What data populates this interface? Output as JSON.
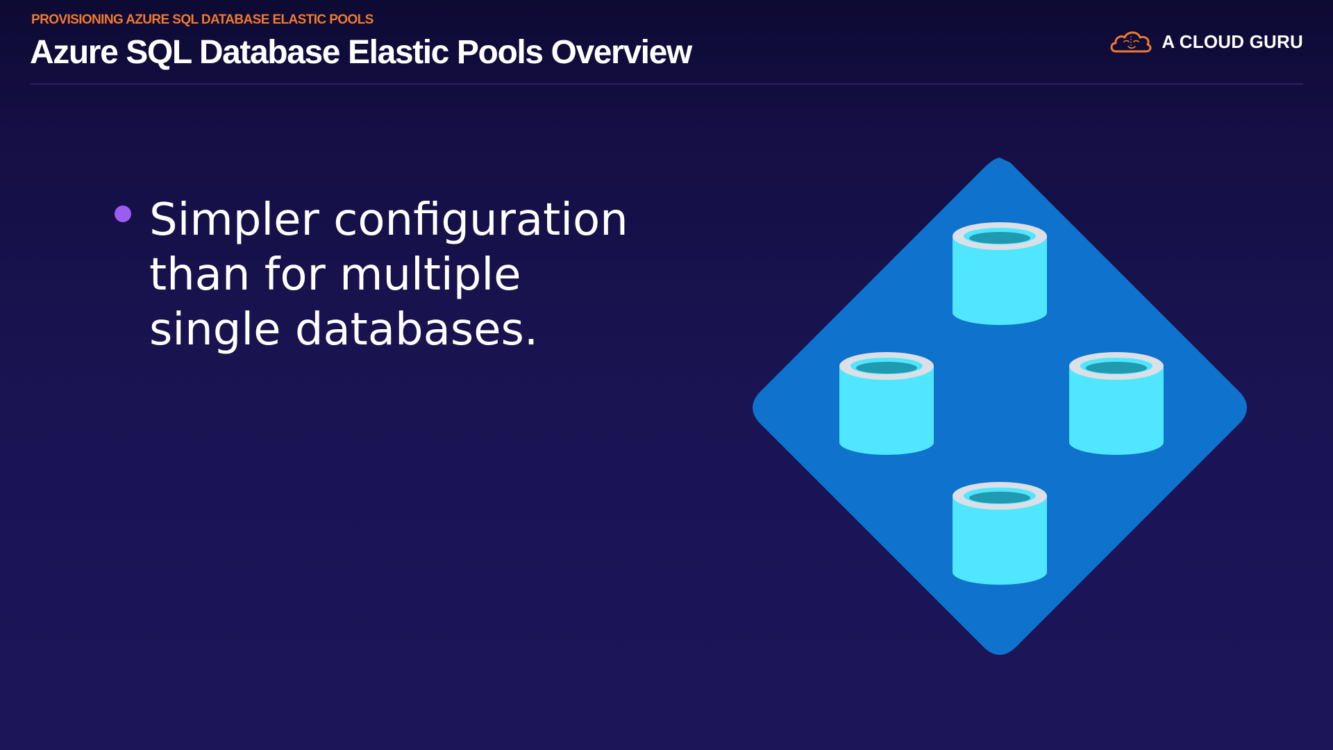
{
  "header": {
    "kicker": "PROVISIONING AZURE SQL DATABASE ELASTIC POOLS",
    "title": "Azure SQL Database Elastic Pools Overview"
  },
  "brand": {
    "name": "A CLOUD GURU",
    "logo_icon": "cloud-face-logo-icon"
  },
  "bullets": [
    {
      "text": "Simpler configuration than for multiple single databases."
    }
  ],
  "illustration": {
    "icon": "elastic-pool-icon",
    "database_icon": "database-cylinder-icon",
    "database_count": 4
  },
  "colors": {
    "kicker": "#f07a2e",
    "title": "#ffffff",
    "bullet": "#9b5cf0",
    "pool": "#0f72cc",
    "database": "#50e6ff"
  }
}
